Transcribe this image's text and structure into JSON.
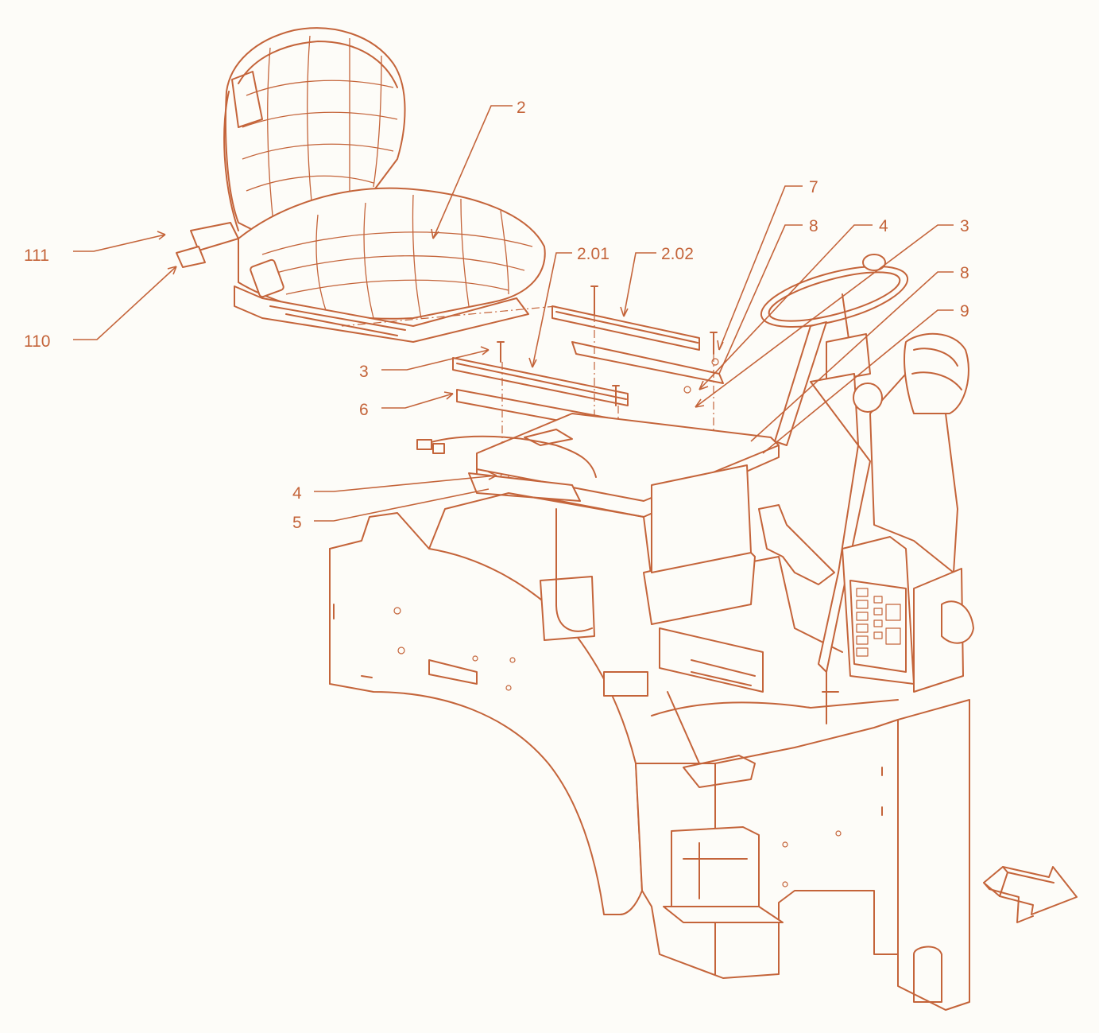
{
  "diagram": {
    "line_color": "#c4643a",
    "background": "#fdfcf8",
    "callouts": [
      {
        "id": "111",
        "text": "111"
      },
      {
        "id": "110",
        "text": "110"
      },
      {
        "id": "2",
        "text": "2"
      },
      {
        "id": "2.01",
        "text": "2.01"
      },
      {
        "id": "2.02",
        "text": "2.02"
      },
      {
        "id": "3a",
        "text": "3"
      },
      {
        "id": "6",
        "text": "6"
      },
      {
        "id": "4a",
        "text": "4"
      },
      {
        "id": "5",
        "text": "5"
      },
      {
        "id": "7",
        "text": "7"
      },
      {
        "id": "8a",
        "text": "8"
      },
      {
        "id": "4b",
        "text": "4"
      },
      {
        "id": "3b",
        "text": "3"
      },
      {
        "id": "8b",
        "text": "8"
      },
      {
        "id": "9",
        "text": "9"
      }
    ]
  }
}
